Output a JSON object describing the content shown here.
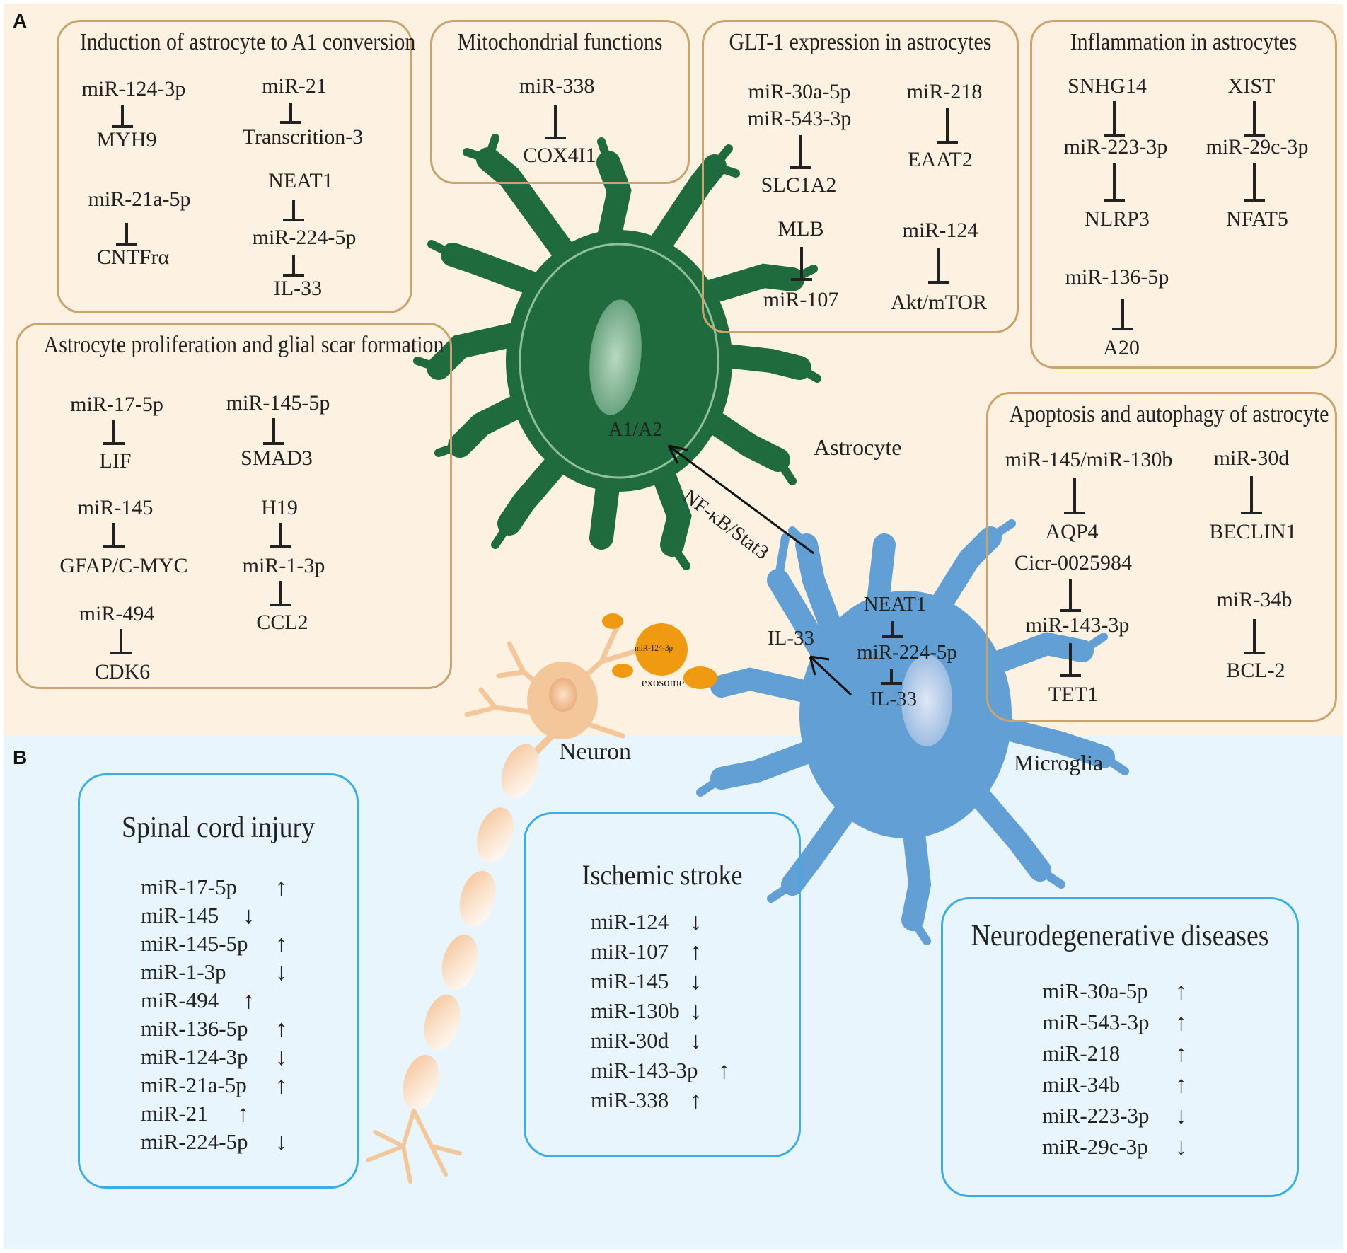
{
  "panels": {
    "a": "A",
    "b": "B"
  },
  "colors": {
    "panel_a_bg": "#fdf1e2",
    "panel_b_bg": "#e8f5fc",
    "tan_border": "#c9a46d",
    "blue_border": "#3aaee2",
    "astrocyte": "#1f6b3e",
    "microglia": "#629fd4",
    "neuron": "#f3c79a",
    "exosome": "#f09a12"
  },
  "boxes": {
    "a1_conversion": {
      "title": "Induction of astrocyte to A1 conversion",
      "items": [
        "miR-124-3p",
        "MYH9",
        "miR-21",
        "Transcrition-3",
        "miR-21a-5p",
        "CNTFrα",
        "NEAT1",
        "miR-224-5p",
        "IL-33"
      ]
    },
    "mitochondrial": {
      "title": "Mitochondrial functions",
      "items": [
        "miR-338",
        "COX4I1"
      ]
    },
    "glt1": {
      "title": "GLT-1 expression in astrocytes",
      "items": [
        "miR-30a-5p",
        "miR-543-3p",
        "SLC1A2",
        "miR-218",
        "EAAT2",
        "MLB",
        "miR-107",
        "miR-124",
        "Akt/mTOR"
      ]
    },
    "inflammation": {
      "title": "Inflammation in astrocytes",
      "items": [
        "SNHG14",
        "miR-223-3p",
        "NLRP3",
        "XIST",
        "miR-29c-3p",
        "NFAT5",
        "miR-136-5p",
        "A20"
      ]
    },
    "proliferation": {
      "title": "Astrocyte proliferation and glial scar formation",
      "items": [
        "miR-17-5p",
        "LIF",
        "miR-145-5p",
        "SMAD3",
        "miR-145",
        "GFAP/C-MYC",
        "H19",
        "miR-1-3p",
        "CCL2",
        "miR-494",
        "CDK6"
      ]
    },
    "apoptosis": {
      "title": "Apoptosis and autophagy of astrocyte",
      "items": [
        "miR-145/miR-130b",
        "AQP4",
        "miR-30d",
        "BECLIN1",
        "Cicr-0025984",
        "miR-143-3p",
        "TET1",
        "miR-34b",
        "BCL-2"
      ]
    }
  },
  "cells": {
    "astrocyte": "Astrocyte",
    "a1a2": "A1/A2",
    "pathway": "NF-κB/Stat3",
    "microglia": "Microglia",
    "neuron": "Neuron",
    "exosome_cargo": "miR-124-3p",
    "exosome": "exosome",
    "microglia_chain": [
      "NEAT1",
      "miR-224-5p",
      "IL-33"
    ],
    "il33_out": "IL-33"
  },
  "diseases": {
    "sci": {
      "title": "Spinal cord injury",
      "rows": [
        {
          "mirna": "miR-17-5p",
          "dir": "↑"
        },
        {
          "mirna": "miR-145",
          "dir": "↓"
        },
        {
          "mirna": "miR-145-5p",
          "dir": "↑"
        },
        {
          "mirna": "miR-1-3p",
          "dir": "↓"
        },
        {
          "mirna": "miR-494",
          "dir": "↑"
        },
        {
          "mirna": "miR-136-5p",
          "dir": "↑"
        },
        {
          "mirna": "miR-124-3p",
          "dir": "↓"
        },
        {
          "mirna": "miR-21a-5p",
          "dir": "↑"
        },
        {
          "mirna": "miR-21",
          "dir": "↑"
        },
        {
          "mirna": "miR-224-5p",
          "dir": "↓"
        }
      ]
    },
    "stroke": {
      "title": "Ischemic stroke",
      "rows": [
        {
          "mirna": "miR-124",
          "dir": "↓"
        },
        {
          "mirna": "miR-107",
          "dir": "↑"
        },
        {
          "mirna": "miR-145",
          "dir": "↓"
        },
        {
          "mirna": "miR-130b",
          "dir": "↓"
        },
        {
          "mirna": "miR-30d",
          "dir": "↓"
        },
        {
          "mirna": "miR-143-3p",
          "dir": "↑"
        },
        {
          "mirna": "miR-338",
          "dir": "↑"
        }
      ]
    },
    "neuro": {
      "title": "Neurodegenerative diseases",
      "rows": [
        {
          "mirna": "miR-30a-5p",
          "dir": "↑"
        },
        {
          "mirna": "miR-543-3p",
          "dir": "↑"
        },
        {
          "mirna": "miR-218",
          "dir": "↑"
        },
        {
          "mirna": "miR-34b",
          "dir": "↑"
        },
        {
          "mirna": "miR-223-3p",
          "dir": "↓"
        },
        {
          "mirna": "miR-29c-3p",
          "dir": "↓"
        }
      ]
    }
  }
}
